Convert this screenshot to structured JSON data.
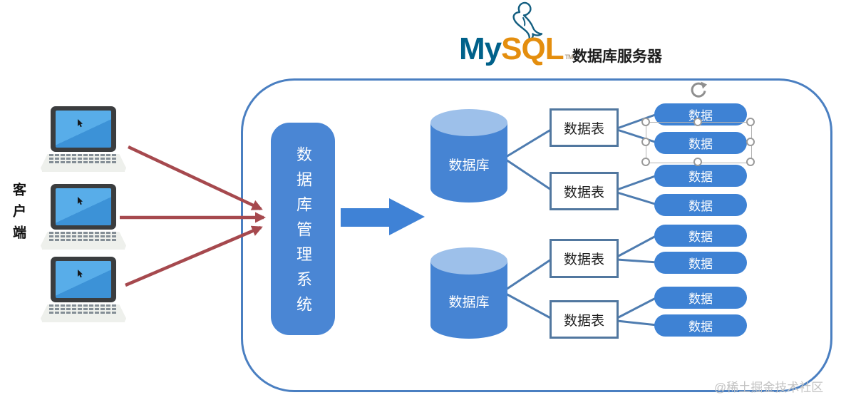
{
  "header": {
    "logo": {
      "word_my": "My",
      "word_sql": "SQL",
      "trademark": "TM"
    },
    "server_label": "数据库服务器"
  },
  "client": {
    "label": "客户端",
    "laptop_count": 3
  },
  "dbms": {
    "label": "数据库管理系统"
  },
  "databases": [
    {
      "label": "数据库",
      "tables": [
        {
          "label": "数据表",
          "rows": [
            "数据",
            "数据"
          ]
        },
        {
          "label": "数据表",
          "rows": [
            "数据",
            "数据"
          ]
        }
      ]
    },
    {
      "label": "数据库",
      "tables": [
        {
          "label": "数据表",
          "rows": [
            "数据",
            "数据"
          ]
        },
        {
          "label": "数据表",
          "rows": [
            "数据",
            "数据"
          ]
        }
      ]
    }
  ],
  "watermark": {
    "text": "@稀土掘金技术社区"
  },
  "colors": {
    "shape_blue": "#4285d3",
    "cylinder_top": "#9dc0ea",
    "connector": "#4e7cb0",
    "container_border": "#4a7fc1",
    "arrow_red": "#a6494e",
    "mysql_blue": "#00618a",
    "mysql_orange": "#e48e0e"
  }
}
